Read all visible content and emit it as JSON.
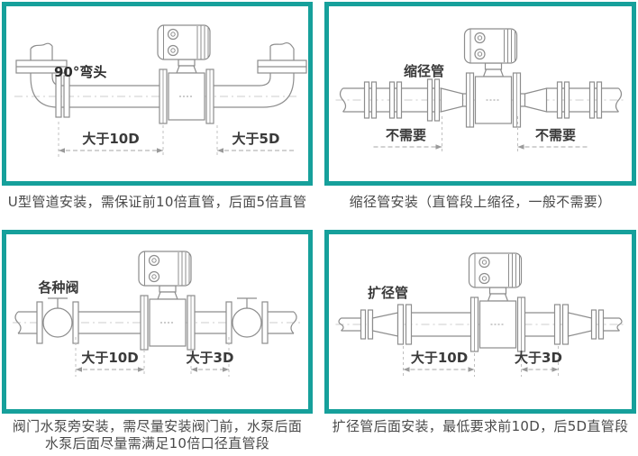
{
  "theme": {
    "panel_border_color": "#16a09b",
    "caption_color": "#4a4a4a",
    "drawing_line_color": "#8d8d8d",
    "label_color": "#2d2d2d"
  },
  "panels": [
    {
      "id": "u-pipe",
      "labels": {
        "elbow": "90°弯头",
        "dim_left": "大于10D",
        "dim_right": "大于5D"
      },
      "caption_lines": [
        "U型管道安装，需保证前10倍直管，后面5倍直管"
      ]
    },
    {
      "id": "reducer",
      "labels": {
        "part": "缩径管",
        "dim_left": "不需要",
        "dim_right": "不需要"
      },
      "caption_lines": [
        "缩径管安装（直管段上缩径，一般不需要）"
      ]
    },
    {
      "id": "valves",
      "labels": {
        "part": "各种阀",
        "dim_left": "大于10D",
        "dim_right": "大于3D"
      },
      "caption_lines": [
        "阀门水泵旁安装，需尽量安装阀门前，水泵后面",
        "水泵后面尽量需满足10倍口径直管段"
      ]
    },
    {
      "id": "expander",
      "labels": {
        "part": "扩径管",
        "dim_left": "大于10D",
        "dim_right": "大于3D"
      },
      "caption_lines": [
        "扩径管后面安装，最低要求前10D，后5D直管段"
      ]
    }
  ]
}
